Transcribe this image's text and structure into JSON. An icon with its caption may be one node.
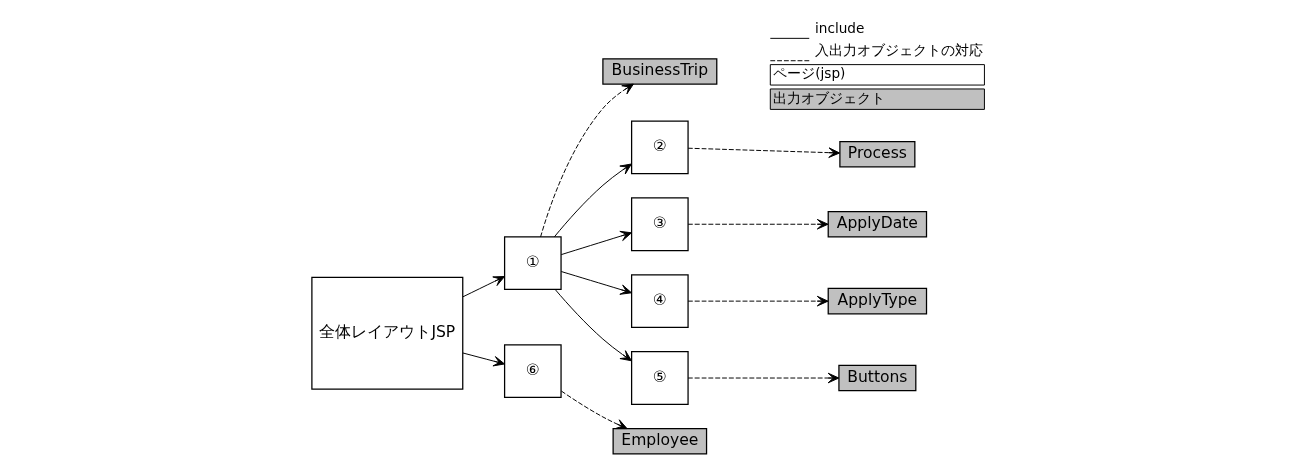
{
  "diagram": {
    "nodes": [
      {
        "text": [
          "全体レイアウトJSP"
        ]
      },
      {
        "text": [
          "①"
        ]
      },
      {
        "text": [
          "BusinessTrip"
        ]
      },
      {
        "text": [
          "⑥"
        ]
      },
      {
        "text": [
          "Employee"
        ]
      },
      {
        "text": [
          "②"
        ]
      },
      {
        "text": [
          "Process"
        ]
      },
      {
        "text": [
          "③"
        ]
      },
      {
        "text": [
          "ApplyDate"
        ]
      },
      {
        "text": [
          "④"
        ]
      },
      {
        "text": [
          "ApplyType"
        ]
      },
      {
        "text": [
          "⑤"
        ]
      },
      {
        "text": [
          "Buttons"
        ]
      }
    ],
    "edges": [
      {
        "from": 0,
        "to": 1,
        "arrow": "to"
      },
      {
        "from": 0,
        "to": 3,
        "arrow": "to"
      },
      {
        "from": 1,
        "to": 2,
        "arrow": "to",
        "style": "dashed"
      },
      {
        "from": 3,
        "to": 4,
        "arrow": "to",
        "style": "dashed"
      },
      {
        "from": 1,
        "to": 5,
        "arrow": "to"
      },
      {
        "from": 1,
        "to": 7,
        "arrow": "to"
      },
      {
        "from": 1,
        "to": 9,
        "arrow": "to"
      },
      {
        "from": 1,
        "to": 11,
        "arrow": "to"
      },
      {
        "from": 5,
        "to": 6,
        "arrow": "to",
        "style": "dashed"
      },
      {
        "from": 7,
        "to": 8,
        "arrow": "to",
        "style": "dashed"
      },
      {
        "from": 9,
        "to": 10,
        "arrow": "to",
        "style": "dashed"
      },
      {
        "from": 11,
        "to": 12,
        "arrow": "to",
        "style": "dashed"
      }
    ],
    "legend": [
      {
        "text": "include"
      },
      {
        "text": "入出力オブジェクトの対応"
      },
      {
        "text": "ページ(jsp)",
        "color": "#ffffff"
      },
      {
        "text": "出力オブジェクト",
        "color": "#c0c0c0"
      }
    ]
  }
}
